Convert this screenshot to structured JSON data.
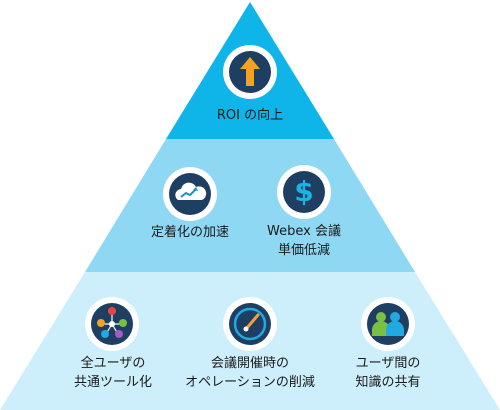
{
  "colors": {
    "tier_top": "#0fb4e8",
    "tier_middle": "#8ed8f4",
    "tier_bottom": "#cdeefb",
    "icon_ring": "#ffffff",
    "icon_disc": "#1f3f62",
    "arrow": "#f4a31f",
    "dollar": "#19b3e6",
    "gauge_needle": "#f2a33a",
    "people_green": "#7ac143",
    "people_blue": "#21a9e1"
  },
  "pyramid": {
    "top": {
      "items": [
        {
          "icon": "up-arrow-icon",
          "label_lines": [
            "ROI の向上"
          ]
        }
      ]
    },
    "middle": {
      "items": [
        {
          "icon": "cloud-chart-icon",
          "label_lines": [
            "定着化の加速"
          ]
        },
        {
          "icon": "dollar-icon",
          "label_lines": [
            "Webex 会議",
            "単価低減"
          ]
        }
      ]
    },
    "bottom": {
      "items": [
        {
          "icon": "network-people-icon",
          "label_lines": [
            "全ユーザの",
            "共通ツール化"
          ]
        },
        {
          "icon": "gauge-icon",
          "label_lines": [
            "会議開催時の",
            "オペレーションの削減"
          ]
        },
        {
          "icon": "group-people-icon",
          "label_lines": [
            "ユーザ間の",
            "知識の共有"
          ]
        }
      ]
    }
  }
}
